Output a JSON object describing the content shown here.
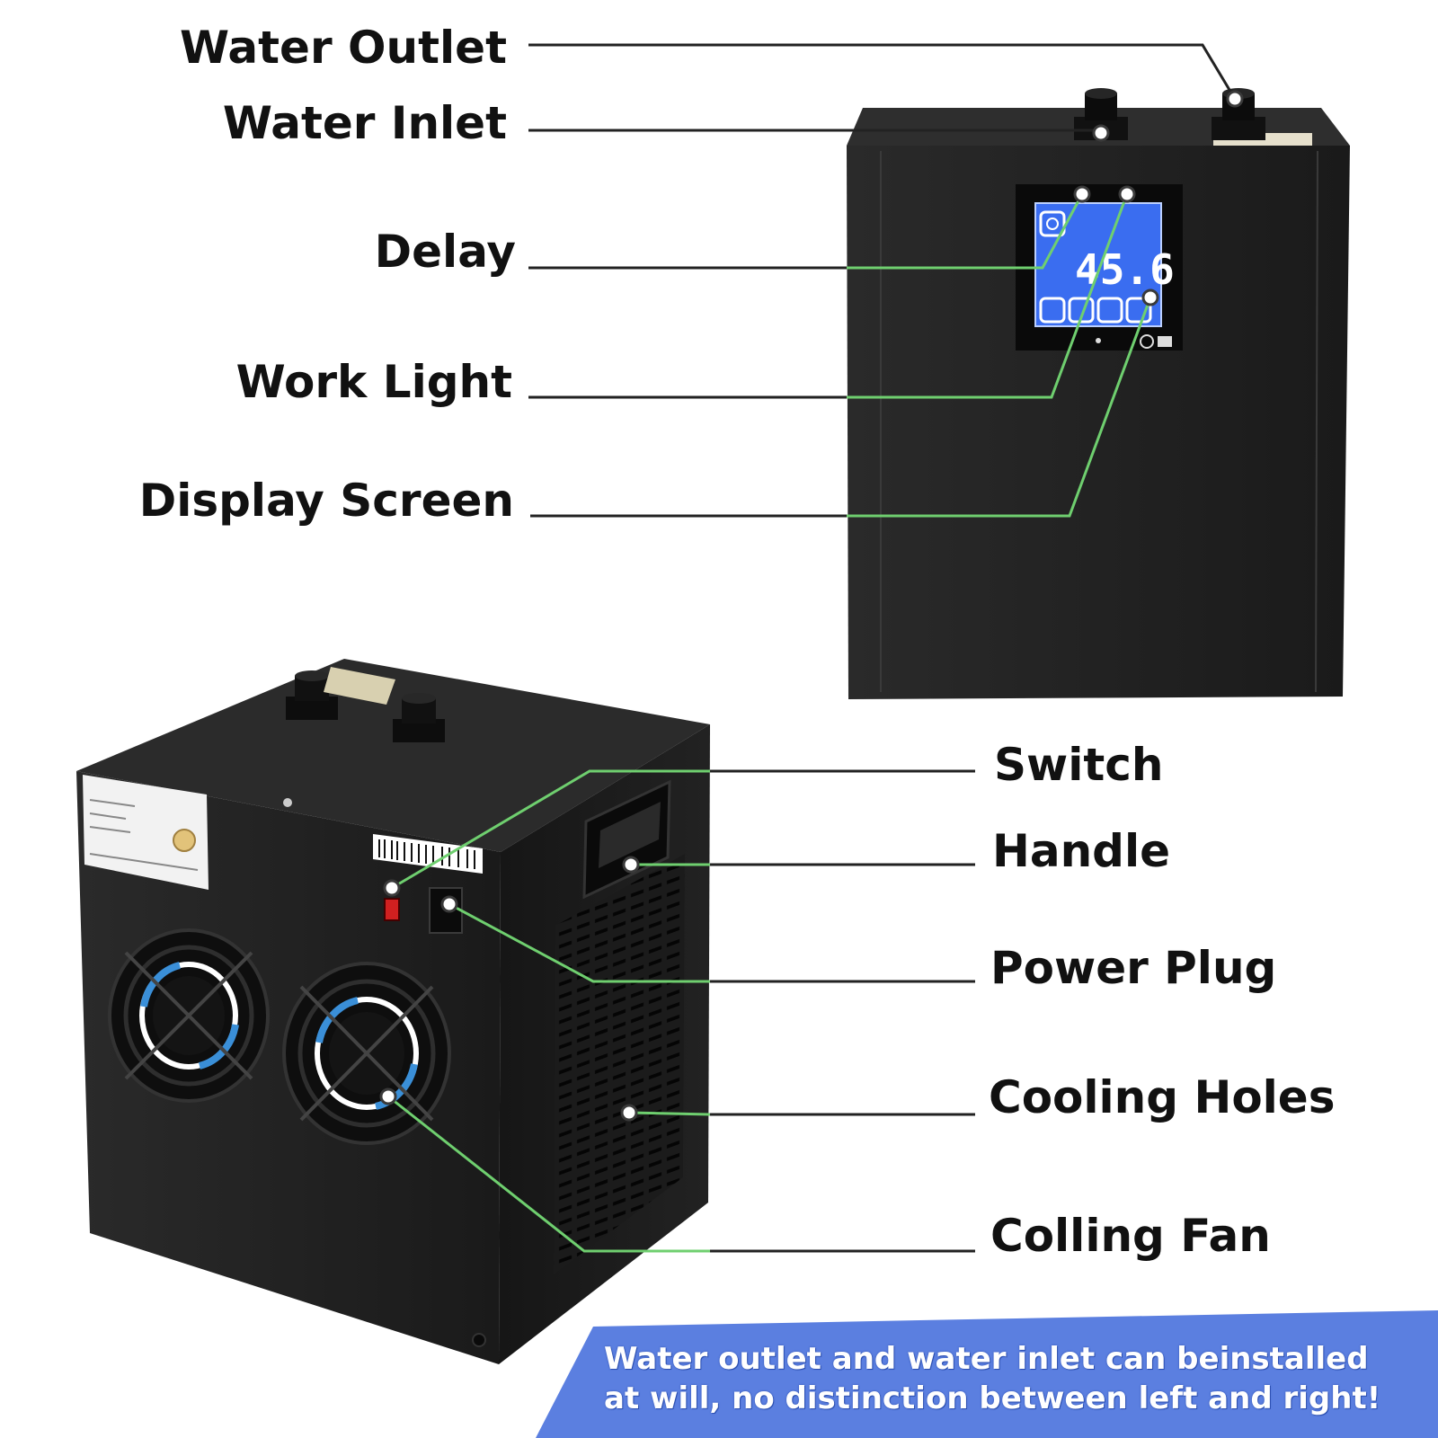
{
  "labels": {
    "water_outlet": "Water Outlet",
    "water_inlet": "Water Inlet",
    "delay": "Delay",
    "work_light": "Work Light",
    "display_screen": "Display Screen",
    "switch": "Switch",
    "handle": "Handle",
    "power_plug": "Power Plug",
    "cooling_holes": "Cooling Holes",
    "colling_fan": "Colling Fan"
  },
  "display": {
    "reading": "45.6"
  },
  "banner": {
    "line1": "Water outlet and water inlet can beinstalled",
    "line2": "at will, no distinction between left and right!"
  },
  "colors": {
    "leader_line": "#6fcf6f",
    "banner": "#5b7fe0",
    "device_body": "#1e1e1e",
    "lcd": "#3a6df0"
  }
}
